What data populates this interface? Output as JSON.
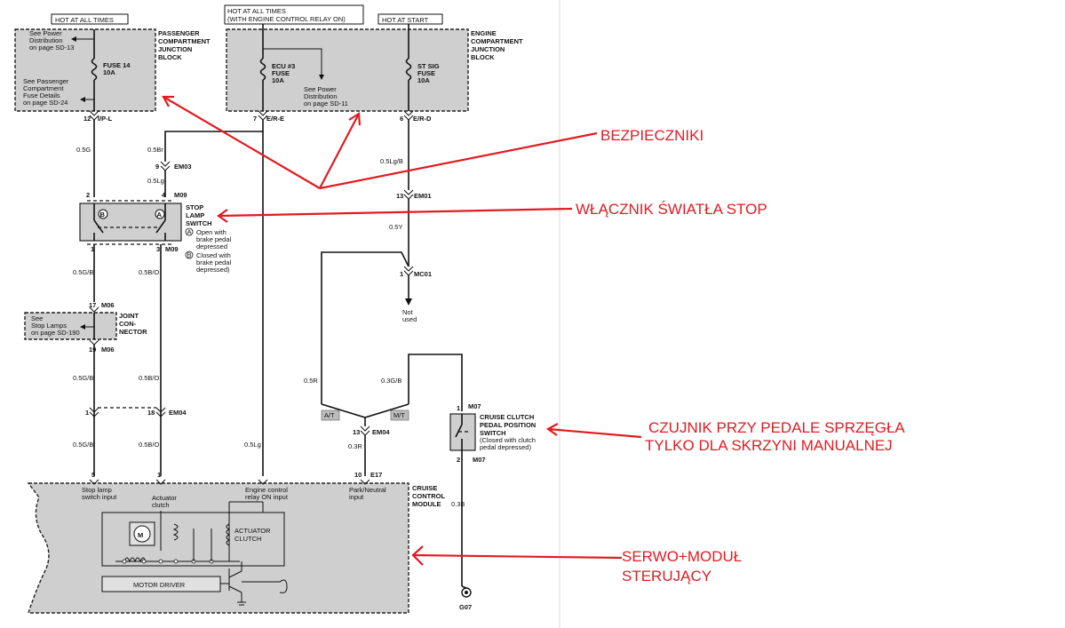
{
  "labels": {
    "hot_all_1": "HOT AT ALL TIMES",
    "hot_relay_1": "HOT AT ALL TIMES",
    "hot_relay_2": "(WITH ENGINE CONTROL RELAY ON)",
    "hot_start": "HOT AT START",
    "pcjb": [
      "PASSENGER",
      "COMPARTMENT",
      "JUNCTION",
      "BLOCK"
    ],
    "ecjb": [
      "ENGINE",
      "COMPARTMENT",
      "JUNCTION",
      "BLOCK"
    ],
    "see_pd": [
      "See Power",
      "Distribution",
      "on page SD-13"
    ],
    "see_pc": [
      "See Passenger",
      "Compartment",
      "Fuse Details",
      "on page SD-24"
    ],
    "fuse14": [
      "FUSE 14",
      "10A"
    ],
    "ecu3": [
      "ECU #3",
      "FUSE",
      "10A"
    ],
    "see_pd2": [
      "See Power",
      "Distribution",
      "on page SD-11"
    ],
    "stsig": [
      "ST SIG",
      "FUSE",
      "10A"
    ],
    "term_ipl": "I/P-L",
    "term_ere": "E/R-E",
    "term_erd": "E/R-D",
    "pin12": "12",
    "pin7": "7",
    "pin6": "6",
    "w05G": "0.5G",
    "w05Br": "0.5Br",
    "w05Lg": "0.5Lg",
    "w05LgB": "0.5Lg/B",
    "w05Y": "0.5Y",
    "w05GB": "0.5G/B",
    "w05BO": "0.5B/O",
    "w05R": "0.5R",
    "w03GB": "0.3G/B",
    "w03R": "0.3R",
    "w03B": "0.3B",
    "em03": "EM03",
    "em01": "EM01",
    "m09": "M09",
    "m06": "M06",
    "em04": "EM04",
    "mc01": "MC01",
    "m07": "M07",
    "e17": "E17",
    "g07": "G07",
    "p9": "9",
    "p4": "4",
    "p2": "2",
    "p1": "1",
    "p3": "3",
    "p13": "13",
    "p17": "17",
    "p19": "19",
    "p18": "18",
    "p5": "5",
    "p10": "10",
    "stop_switch": [
      "STOP",
      "LAMP",
      "SWITCH"
    ],
    "stop_notes": [
      "Open with",
      "brake pedal",
      "depressed",
      "Closed with",
      "brake pedal",
      "depressed)"
    ],
    "joint": [
      "JOINT",
      "CON-",
      "NECTOR"
    ],
    "see_stop": [
      "See",
      "Stop Lamps",
      "on page SD-190"
    ],
    "not_used": [
      "Not",
      "used"
    ],
    "at": "A/T",
    "mt": "M/T",
    "clutch_switch": [
      "CRUISE CLUTCH",
      "PEDAL POSITION",
      "SWITCH"
    ],
    "clutch_note": [
      "(Closed with clutch",
      "pedal depressed)"
    ],
    "ccm": [
      "CRUISE",
      "CONTROL",
      "MODULE"
    ],
    "ccm_inputs": [
      "Stop lamp",
      "switch input",
      "Actuator",
      "clutch",
      "Engine control",
      "relay ON input",
      "Park/Neutral",
      "input"
    ],
    "actuator_clutch": [
      "ACTUATOR",
      "CLUTCH"
    ],
    "motor_driver": "MOTOR DRIVER",
    "motor": "M",
    "circle_a": "A",
    "circle_b": "B"
  },
  "annotations": {
    "fuses": "BEZPIECZNIKI",
    "stop_switch": "WŁĄCZNIK ŚWIATŁA STOP",
    "clutch_1": "CZUJNIK PRZY PEDALE SPRZĘGŁA",
    "clutch_2": "TYLKO DLA SKRZYNI MANUALNEJ",
    "servo_1": "SERWO+MODUŁ",
    "servo_2": "STERUJĄCY"
  },
  "colors": {
    "annotation": "#e11b22",
    "block_fill": "#cfcfcf"
  }
}
